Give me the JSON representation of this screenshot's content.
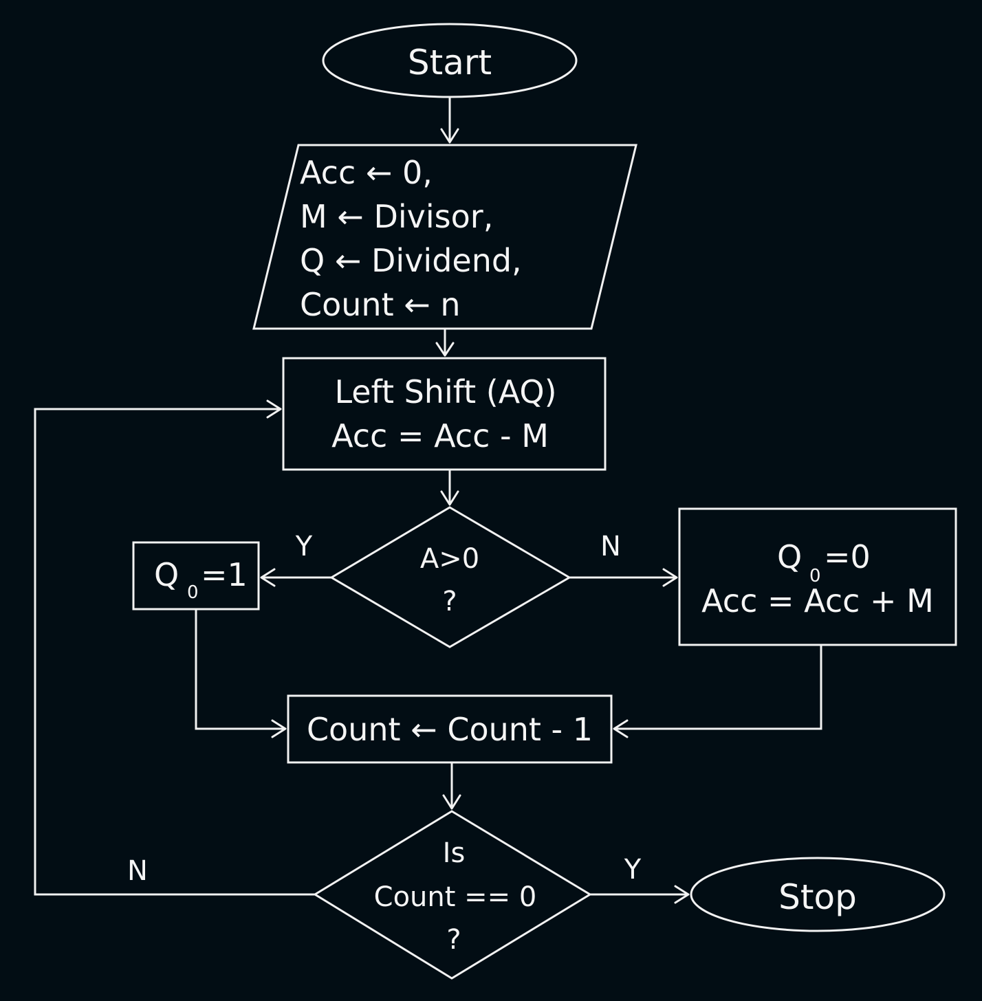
{
  "flowchart": {
    "start": {
      "label": "Start"
    },
    "init": {
      "lines": [
        "Acc ← 0,",
        "M ← Divisor,",
        "Q ← Dividend,",
        "Count ← n"
      ]
    },
    "shift": {
      "lines": [
        "Left Shift (AQ)",
        "Acc = Acc - M"
      ]
    },
    "decision_a": {
      "lines": [
        "A>0",
        "?"
      ],
      "yes_label": "Y",
      "no_label": "N"
    },
    "q_one": {
      "main": "Q",
      "subscript": "0",
      "rest": "=1"
    },
    "q_zero": {
      "main": "Q",
      "subscript": "0",
      "rest": "=0",
      "line2": "Acc = Acc + M"
    },
    "decrement": {
      "label": "Count ← Count - 1"
    },
    "decision_count": {
      "lines": [
        "Is",
        "Count == 0",
        "?"
      ],
      "yes_label": "Y",
      "no_label": "N"
    },
    "stop": {
      "label": "Stop"
    }
  }
}
